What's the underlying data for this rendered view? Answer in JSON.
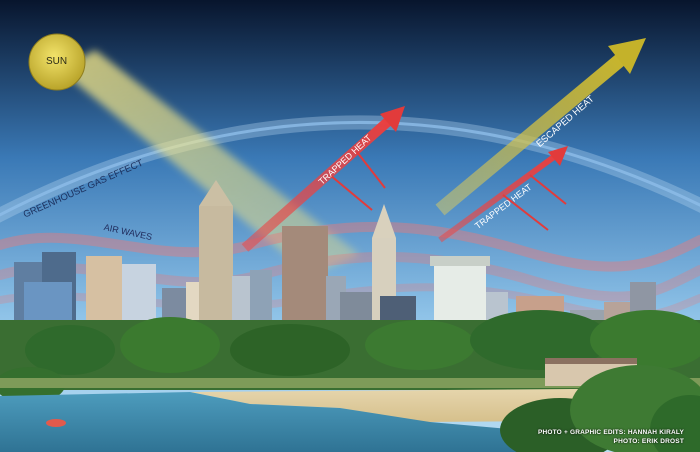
{
  "labels": {
    "sun": "SUN",
    "greenhouse": "GREENHOUSE GAS EFFECT",
    "air_waves": "AIR WAVES",
    "trapped_heat_1": "TRAPPED HEAT",
    "trapped_heat_2": "TRAPPED HEAT",
    "escaped_heat": "ESCAPED HEAT"
  },
  "credits": {
    "line1": "PHOTO + GRAPHIC EDITS: HANNAH KIRALY",
    "line2": "PHOTO: ERIK DROST"
  },
  "colors": {
    "sun": "#d4c23a",
    "sunlight_beam": "#f3e66a",
    "greenhouse_arc": "#7fb3e8",
    "trapped_heat": "#e04848",
    "escaped_heat": "#c8b832",
    "air_waves": "#e87a7a",
    "sky_top": "#08152d",
    "sky_bottom": "#9fd0ef",
    "lake": "#3f8fb0",
    "trees": "#2e6a2a"
  }
}
